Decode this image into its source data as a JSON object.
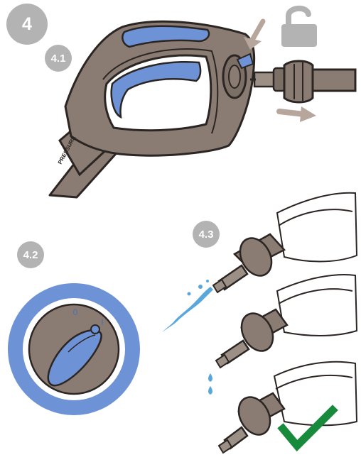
{
  "steps": {
    "main": "4",
    "sub_1": "4.1",
    "sub_2": "4.2",
    "sub_3": "4.3"
  },
  "gun_brand_text": "PRESSURE",
  "dial": {
    "off_label": "0",
    "on_label": "I"
  },
  "colors": {
    "badge": "#b3b3b3",
    "body": "#8a7c72",
    "accent_blue": "#6e92d6",
    "water": "#5aa7dd",
    "check": "#178a3c",
    "arrow": "#b6a69c",
    "lock": "#b3b3b3"
  },
  "icons": [
    "unlock-icon",
    "press-down-arrow-icon",
    "pull-right-arrow-icon",
    "check-mark-icon"
  ]
}
